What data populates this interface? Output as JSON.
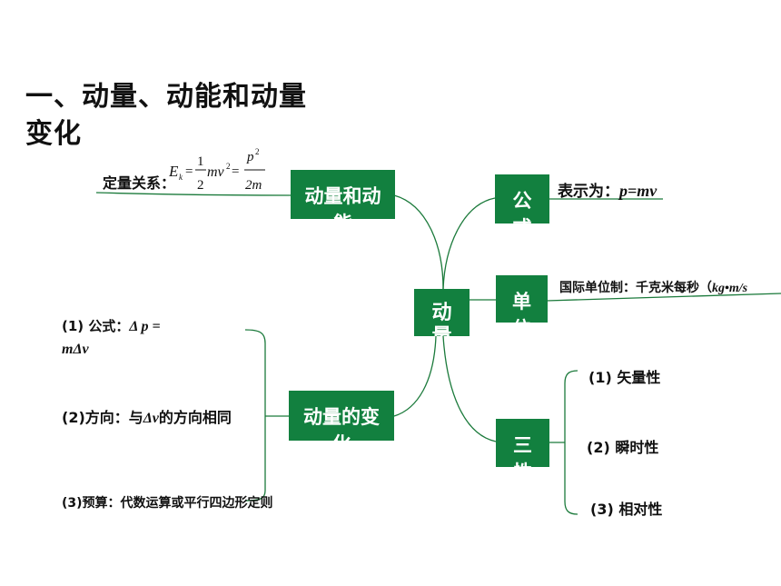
{
  "title": "一、动量、动能和动量变化",
  "center": "动量",
  "branches": {
    "kinetic": {
      "label": "动量和动能",
      "formula_prefix": "定量关系：",
      "formula": {
        "lhs": "E",
        "lhs_sub": "k",
        "frac1_num": "1",
        "frac1_den": "2",
        "mid": "mv",
        "mid_sup": "2",
        "frac2_num": "p",
        "frac2_num_sup": "2",
        "frac2_den": "2m"
      }
    },
    "formula_branch": {
      "label": "公式",
      "text_prefix": "表示为：",
      "text_formula": "p=mv"
    },
    "unit": {
      "label": "单位",
      "text": "国际单位制：千克米每秒（",
      "unit_symbol": "kg•m/s"
    },
    "change": {
      "label": "动量的变化",
      "items": [
        {
          "prefix": "(1) 公式：",
          "formula_a": "Δ p =",
          "formula_b": "mΔv"
        },
        {
          "prefix": "(2)方向：与",
          "symbol": "Δv",
          "suffix": "的方向相同"
        },
        {
          "text": "(3)预算：代数运算或平行四边形定则"
        }
      ]
    },
    "three": {
      "label": "三性",
      "items": [
        "(1) 矢量性",
        "(2) 瞬时性",
        "(3) 相对性"
      ]
    }
  }
}
